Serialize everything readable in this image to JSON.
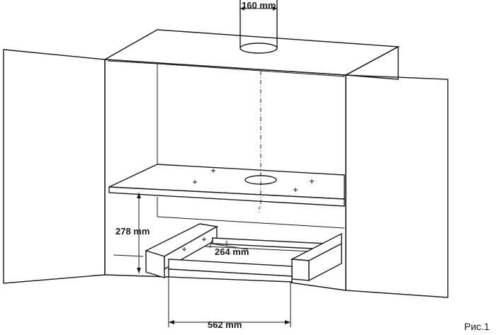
{
  "dimensions": {
    "duct_diameter": "160 mm",
    "opening_height": "278 mm",
    "hood_depth": "264 mm",
    "hood_width": "562 mm"
  },
  "figure_label": "Рис.1"
}
